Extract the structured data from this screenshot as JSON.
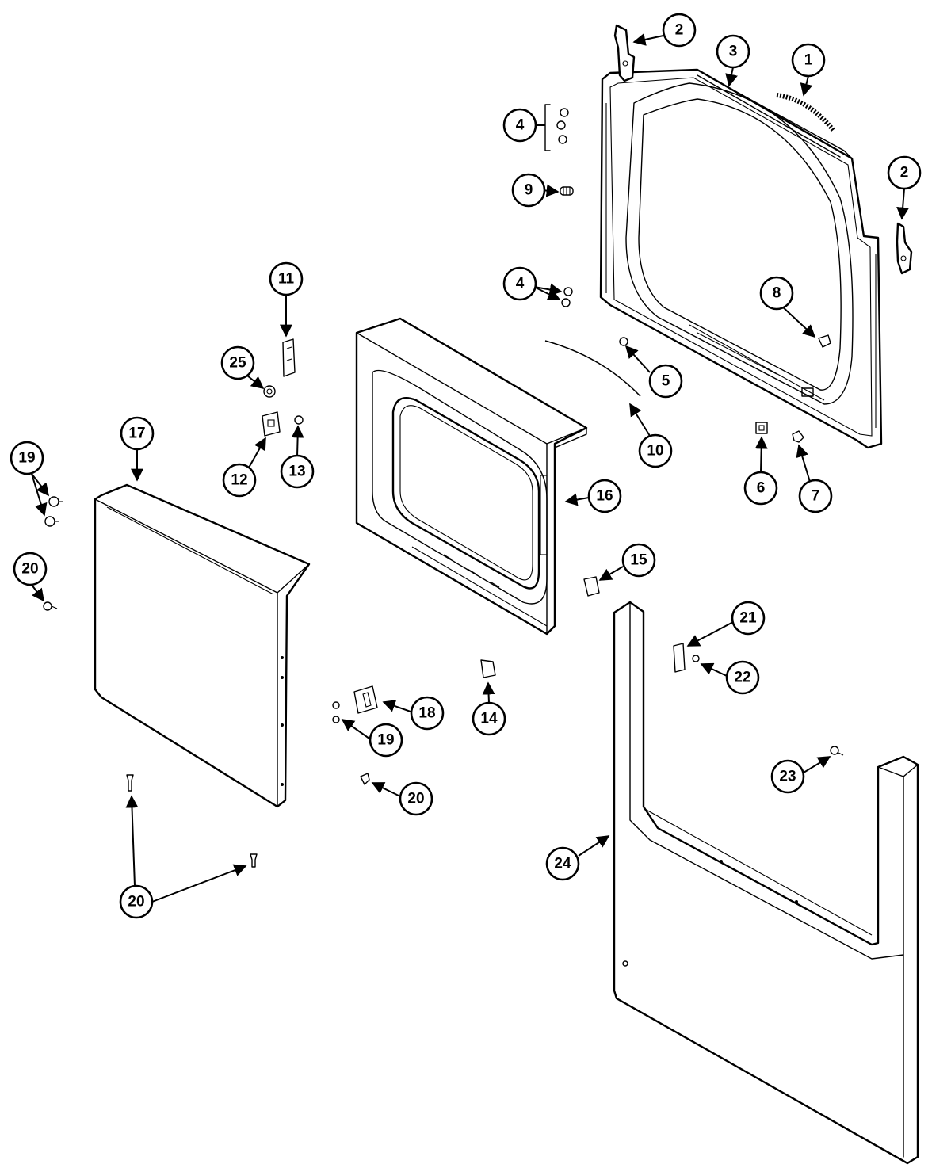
{
  "diagram": {
    "callouts": [
      {
        "id": "c1",
        "label": "1"
      },
      {
        "id": "c2a",
        "label": "2"
      },
      {
        "id": "c2b",
        "label": "2"
      },
      {
        "id": "c3",
        "label": "3"
      },
      {
        "id": "c4a",
        "label": "4"
      },
      {
        "id": "c4b",
        "label": "4"
      },
      {
        "id": "c5",
        "label": "5"
      },
      {
        "id": "c6",
        "label": "6"
      },
      {
        "id": "c7",
        "label": "7"
      },
      {
        "id": "c8",
        "label": "8"
      },
      {
        "id": "c9",
        "label": "9"
      },
      {
        "id": "c10",
        "label": "10"
      },
      {
        "id": "c11",
        "label": "11"
      },
      {
        "id": "c12",
        "label": "12"
      },
      {
        "id": "c13",
        "label": "13"
      },
      {
        "id": "c14",
        "label": "14"
      },
      {
        "id": "c15",
        "label": "15"
      },
      {
        "id": "c16",
        "label": "16"
      },
      {
        "id": "c17",
        "label": "17"
      },
      {
        "id": "c18",
        "label": "18"
      },
      {
        "id": "c19a",
        "label": "19"
      },
      {
        "id": "c19b",
        "label": "19"
      },
      {
        "id": "c20a",
        "label": "20"
      },
      {
        "id": "c20b",
        "label": "20"
      },
      {
        "id": "c20c",
        "label": "20"
      },
      {
        "id": "c21",
        "label": "21"
      },
      {
        "id": "c22",
        "label": "22"
      },
      {
        "id": "c23",
        "label": "23"
      },
      {
        "id": "c24",
        "label": "24"
      },
      {
        "id": "c25",
        "label": "25"
      }
    ]
  }
}
